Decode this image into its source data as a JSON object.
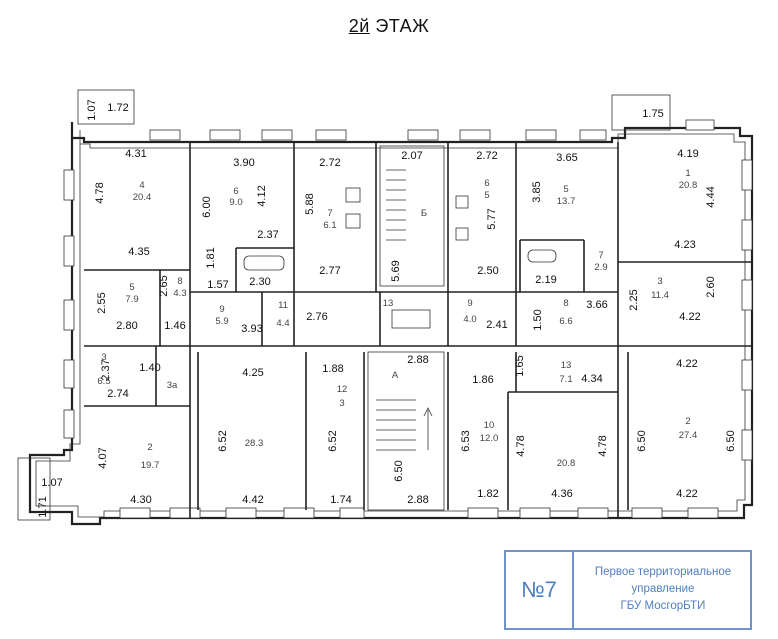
{
  "title": {
    "number": "2й",
    "label": "ЭТАЖ"
  },
  "stamp": {
    "number": "№7",
    "lines": [
      "Первое территориальное",
      "управление",
      "ГБУ МосгорБТИ"
    ]
  },
  "dimensions": {
    "d1": "1.07",
    "d2": "1.72",
    "d3": "1.75",
    "d4": "1.07",
    "d5": "1.71",
    "r4a": "4.31",
    "r4b": "4.78",
    "r4c": "4.35",
    "r6a": "3.90",
    "r6b": "6.00",
    "r6c": "4.12",
    "r6d": "2.37",
    "r6e": "1.81",
    "r7a": "2.72",
    "r7b": "5.88",
    "r7c": "2.77",
    "st1": "2.07",
    "st1b": "5.69",
    "r6ra": "2.72",
    "r6rb": "5.77",
    "r6rc": "2.50",
    "r5ra": "3.65",
    "r5rb": "3.85",
    "r5rc": "2.19",
    "r1a": "4.19",
    "r1b": "4.44",
    "r1c": "4.23",
    "r5a": "2.65",
    "r5b": "2.55",
    "r5c": "2.80",
    "r5d": "1.46",
    "wc1": "2.30",
    "wc2": "1.57",
    "r9a": "3.93",
    "r11a": "2.76",
    "r9ra": "2.41",
    "r8a": "1.50",
    "r8b": "3.66",
    "r3ra": "2.25",
    "r3rb": "2.60",
    "r3rc": "4.22",
    "r3a": "2.37",
    "r3b": "1.40",
    "r3c": "2.74",
    "r1la": "4.25",
    "r1lb": "6.52",
    "r1lc": "4.42",
    "r12a": "1.88",
    "r12b": "6.52",
    "r12c": "1.74",
    "stAa": "2.88",
    "stAb": "6.50",
    "stAc": "2.88",
    "r10a": "1.86",
    "r10b": "6.53",
    "r10c": "1.82",
    "r13a": "1.65",
    "r13b": "4.34",
    "r11ra": "4.78",
    "r11rb": "4.78",
    "r11rc": "4.36",
    "r2ra": "4.22",
    "r2rb": "6.50",
    "r2rc": "6.50",
    "r2rd": "4.22",
    "r2la": "4.07",
    "r2lb": "4.30"
  },
  "rooms": {
    "n4": "4",
    "a4": "20.4",
    "n6": "6",
    "a6": "9.0",
    "n7": "7",
    "a7": "6.1",
    "nF": "Б",
    "n6r": "6",
    "a6r": "5",
    "n5r": "5",
    "a5r": "13.7",
    "n1r": "1",
    "a1r": "20.8",
    "n5": "5",
    "a5": "7.9",
    "n8l": "8",
    "a8l": "4.3",
    "n9": "9",
    "a9": "5.9",
    "n11": "11",
    "a11": "4.4",
    "n13w": "13",
    "n9r": "9",
    "a9r": "4.0",
    "n8": "8",
    "a8": "6.6",
    "n7r": "7",
    "a7r": "2.9",
    "n3r": "3",
    "a3r": "11.4",
    "n3": "3",
    "a3": "6.5",
    "n3b": "3а",
    "a1l": "28.3",
    "n12": "12",
    "a12": "3",
    "nA": "А",
    "n10": "10",
    "a10": "12.0",
    "n13": "13",
    "a13": "7.1",
    "a11r": "20.8",
    "n2r": "2",
    "a2r": "27.4",
    "n2": "2",
    "a2": "19.7"
  }
}
